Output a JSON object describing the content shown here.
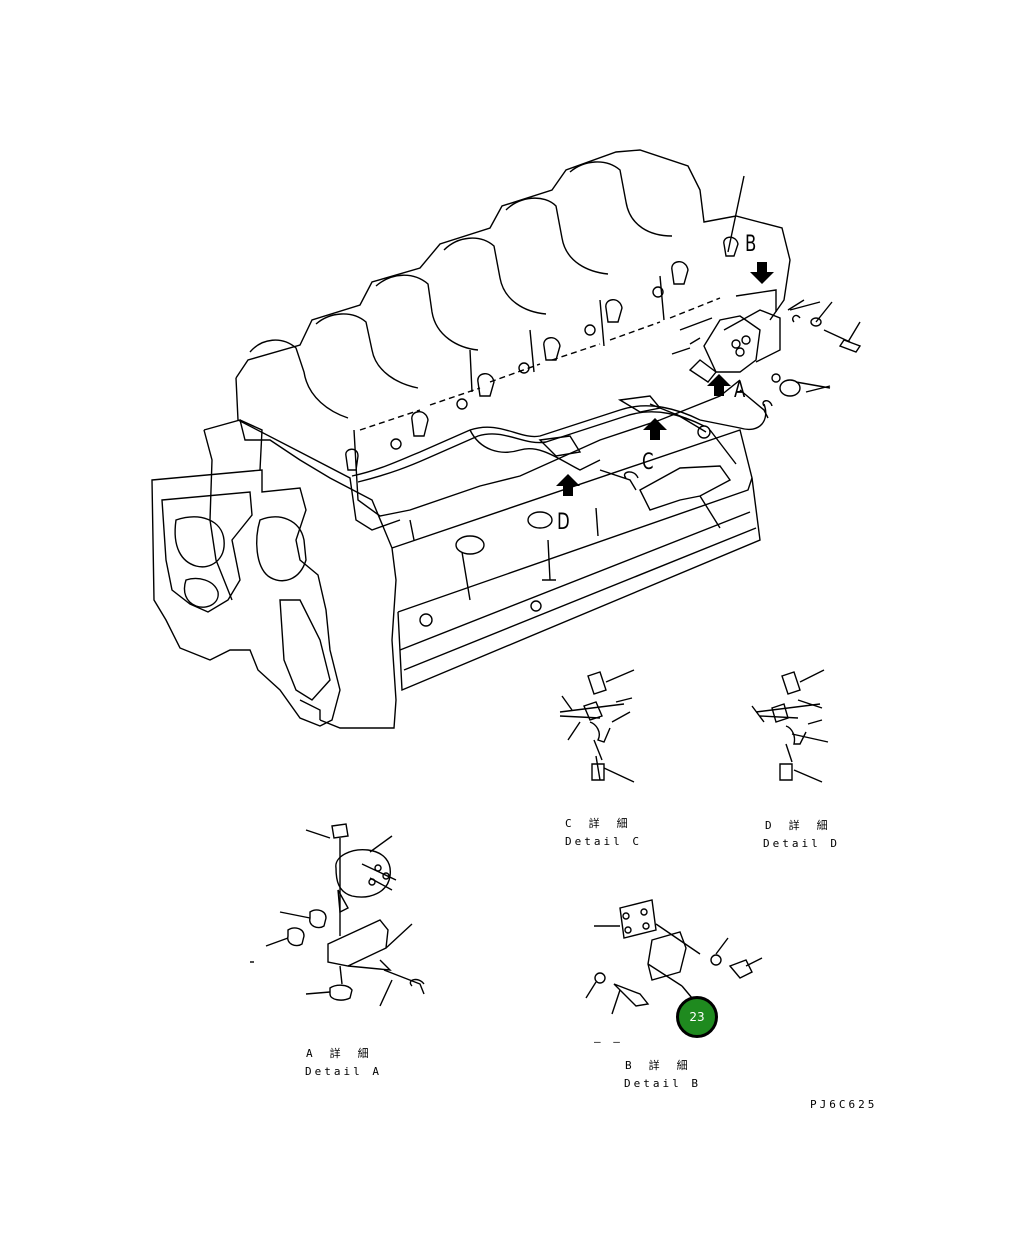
{
  "callouts": {
    "A": "A",
    "B": "B",
    "C": "C",
    "D": "D"
  },
  "details": {
    "c": {
      "jp": "C　詳　細",
      "en": "Detail C"
    },
    "d": {
      "jp": "D　詳　細",
      "en": "Detail D"
    },
    "a": {
      "jp": "A　詳　細",
      "en": "Detail A"
    },
    "b": {
      "jp": "B　詳　細",
      "en": "Detail B"
    }
  },
  "badge": {
    "number": "23",
    "color": "#1f8a1f"
  },
  "drawing_code": "PJ6C625",
  "dash_mark": "‒ ‒"
}
